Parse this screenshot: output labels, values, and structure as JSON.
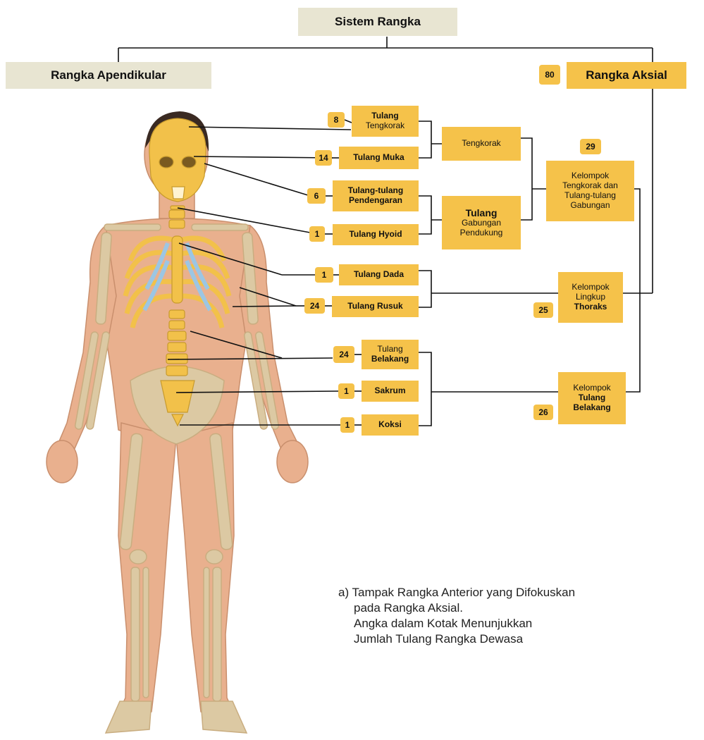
{
  "title": "Sistem Rangka",
  "appendicular": "Rangka Apendikular",
  "axial": {
    "label": "Rangka Aksial",
    "count": "80"
  },
  "bones": [
    {
      "key": "tengkorak",
      "label_line1": "Tulang",
      "label_line2": "Tengkorak",
      "count": "8"
    },
    {
      "key": "muka",
      "label_line1": "Tulang Muka",
      "count": "14"
    },
    {
      "key": "pendengaran",
      "label_line1": "Tulang-tulang",
      "label_line2": "Pendengaran",
      "count": "6"
    },
    {
      "key": "hyoid",
      "label_line1": "Tulang Hyoid",
      "count": "1"
    },
    {
      "key": "dada",
      "label_line1": "Tulang Dada",
      "count": "1"
    },
    {
      "key": "rusuk",
      "label_line1": "Tulang Rusuk",
      "count": "24"
    },
    {
      "key": "belakang",
      "label_line1": "Tulang",
      "label_line2": "Belakang",
      "count": "24"
    },
    {
      "key": "sakrum",
      "label_line1": "Sakrum",
      "count": "1"
    },
    {
      "key": "koksi",
      "label_line1": "Koksi",
      "count": "1"
    }
  ],
  "subgroups": {
    "tengkorak": "Tengkorak",
    "gabungan_line1": "Tulang",
    "gabungan_line2": "Gabungan",
    "gabungan_line3": "Pendukung"
  },
  "groups": [
    {
      "key": "kepala",
      "lines": [
        "Kelompok",
        "Tengkorak dan",
        "Tulang-tulang",
        "Gabungan"
      ],
      "count": "29"
    },
    {
      "key": "thoraks",
      "lines": [
        "Kelompok",
        "Lingkup",
        "Thoraks"
      ],
      "count": "25"
    },
    {
      "key": "belakang",
      "lines": [
        "Kelompok",
        "Tulang",
        "Belakang"
      ],
      "count": "26"
    }
  ],
  "caption": {
    "line1": "a) Tampak Rangka Anterior yang Difokuskan",
    "line2": "pada Rangka Aksial.",
    "line3": "Angka dalam Kotak Menunjukkan",
    "line4": "Jumlah Tulang Rangka Dewasa"
  },
  "colors": {
    "gray_box": "#e8e5d2",
    "yellow_box": "#f5c24a",
    "skin": "#e9b08e",
    "bone": "#dcc9a3",
    "axial_bone": "#f2c14a",
    "cartilage": "#9cc6e3"
  }
}
